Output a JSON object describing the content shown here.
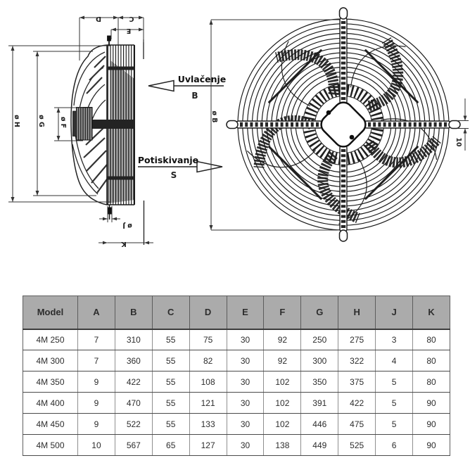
{
  "diagram": {
    "line_color": "#1a1a1a",
    "side_view": {
      "labels": {
        "depth_d": "D",
        "depth_c": "C",
        "depth_e": "E",
        "dia_h": "ø H",
        "dia_g": "ø G",
        "dia_f": "ø F",
        "dia_j": "ø J",
        "depth_k": "K"
      }
    },
    "front_view": {
      "labels": {
        "dia_b": "ø B",
        "tab_width": "10"
      }
    },
    "airflow": {
      "intake": {
        "label": "Uvlačenje",
        "dim": "B"
      },
      "discharge": {
        "label": "Potiskivanje",
        "dim": "S"
      }
    }
  },
  "table": {
    "columns": [
      "Model",
      "A",
      "B",
      "C",
      "D",
      "E",
      "F",
      "G",
      "H",
      "J",
      "K"
    ],
    "rows": [
      {
        "model": "4M 250",
        "values": [
          "7",
          "310",
          "55",
          "75",
          "30",
          "92",
          "250",
          "275",
          "3",
          "80"
        ]
      },
      {
        "model": "4M 300",
        "values": [
          "7",
          "360",
          "55",
          "82",
          "30",
          "92",
          "300",
          "322",
          "4",
          "80"
        ]
      },
      {
        "model": "4M 350",
        "values": [
          "9",
          "422",
          "55",
          "108",
          "30",
          "102",
          "350",
          "375",
          "5",
          "80"
        ]
      },
      {
        "model": "4M 400",
        "values": [
          "9",
          "470",
          "55",
          "121",
          "30",
          "102",
          "391",
          "422",
          "5",
          "90"
        ]
      },
      {
        "model": "4M 450",
        "values": [
          "9",
          "522",
          "55",
          "133",
          "30",
          "102",
          "446",
          "475",
          "5",
          "90"
        ]
      },
      {
        "model": "4M 500",
        "values": [
          "10",
          "567",
          "65",
          "127",
          "30",
          "138",
          "449",
          "525",
          "6",
          "90"
        ]
      }
    ],
    "header_bg": "#ababab",
    "header_text_color": "#2d2d2d",
    "body_text_color": "#2d2d2d",
    "grid_color": "#4a4a4a"
  }
}
